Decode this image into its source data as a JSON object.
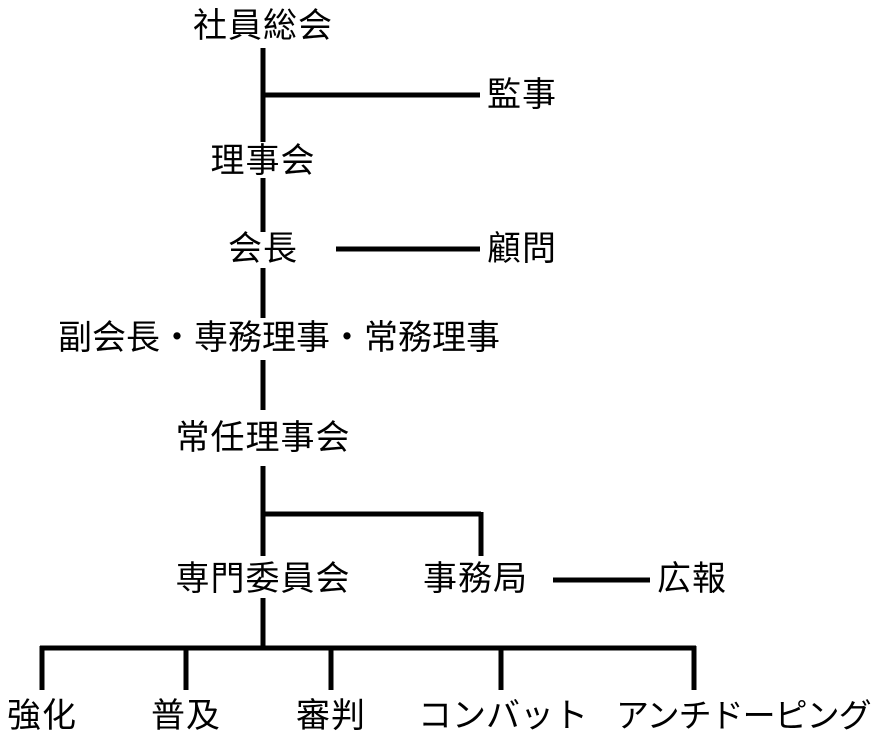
{
  "nodes": {
    "general_assembly": "社員総会",
    "auditor": "監事",
    "board": "理事会",
    "president": "会長",
    "advisor": "顧問",
    "executives": "副会長・専務理事・常務理事",
    "standing_board": "常任理事会",
    "committees": "専門委員会",
    "secretariat": "事務局",
    "pr": "広報"
  },
  "committees": [
    "強化",
    "普及",
    "審判",
    "コンバット",
    "アンチドーピング"
  ]
}
